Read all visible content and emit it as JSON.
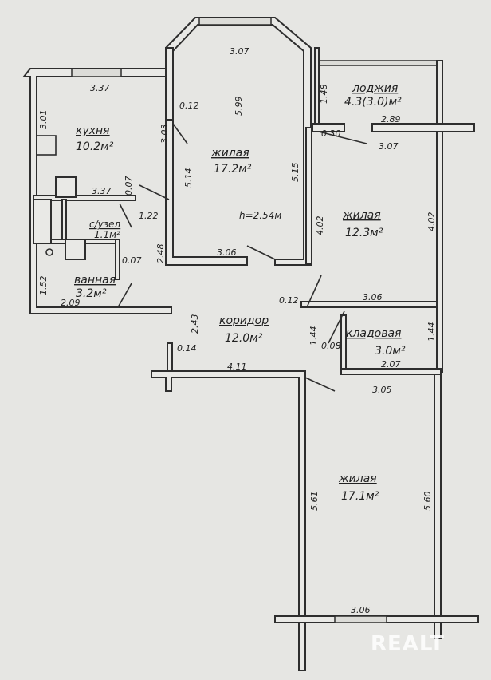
{
  "rooms": {
    "kitchen": {
      "name": "кухня",
      "area": "10.2м²"
    },
    "living1": {
      "name": "жилая",
      "area": "17.2м²"
    },
    "loggia": {
      "name": "лоджия",
      "area": "4.3(3.0)м²"
    },
    "living2": {
      "name": "жилая",
      "area": "12.3м²"
    },
    "wc": {
      "name": "с/узел",
      "area": "1.1м²"
    },
    "bath": {
      "name": "ванная",
      "area": "3.2м²"
    },
    "corridor": {
      "name": "коридор",
      "area": "12.0м²"
    },
    "storage": {
      "name": "кладовая",
      "area": "3.0м²"
    },
    "living3": {
      "name": "жилая",
      "area": "17.1м²"
    }
  },
  "ceiling_height": "h=2.54м",
  "dims": {
    "kitchen_top": "3.37",
    "kitchen_left": "3.01",
    "wall_012a": "0.12",
    "kitchen_right": "3.03",
    "door_514": "5.14",
    "living1_top": "3.07",
    "living1_mid": "5.99",
    "living1_right": "5.15",
    "loggia_left": "1.48",
    "wall_030": "0.30",
    "loggia_bottom": "2.89",
    "living2_top": "3.07",
    "living2_left": "4.02",
    "living2_right": "4.02",
    "wall_007a": "0.07",
    "kitchen_bottom": "3.37",
    "hall_122": "1.22",
    "hall_248": "2.48",
    "wall_007b": "0.07",
    "bath_left": "1.52",
    "bath_bottom": "2.09",
    "living1_bottom": "3.06",
    "wall_012b": "0.12",
    "living2_bottom": "3.06",
    "corridor_243": "2.43",
    "wall_014": "0.14",
    "corridor_bottom": "4.11",
    "storage_left": "1.44",
    "wall_008": "0.08",
    "storage_right": "1.44",
    "storage_bottom": "2.07",
    "living3_top": "3.05",
    "living3_left": "5.61",
    "living3_right": "5.60",
    "living3_bottom": "3.06"
  },
  "watermark": "REALT"
}
